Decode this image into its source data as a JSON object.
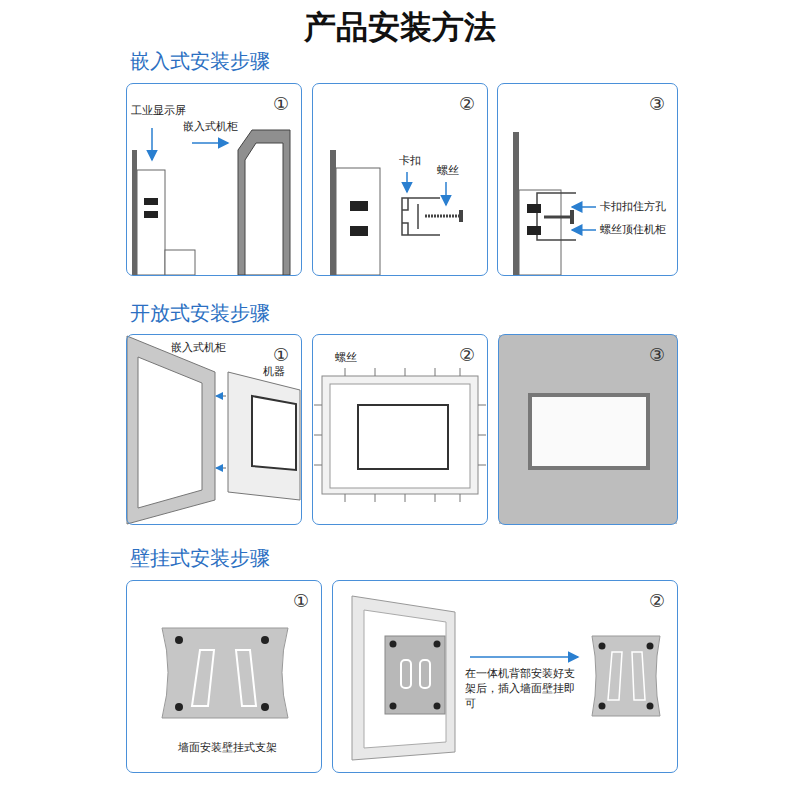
{
  "diagram": {
    "title": "产品安装方法",
    "nodes": [
      {
        "text": [
          "①",
          "工业显示屏",
          "嵌入式机柜"
        ]
      },
      {
        "text": [
          "②",
          "卡扣",
          "螺丝"
        ]
      },
      {
        "text": [
          "③",
          "卡扣扣住方孔",
          "螺丝顶住机柜"
        ]
      },
      {
        "text": [
          "①",
          "嵌入式机柜",
          "机器"
        ]
      },
      {
        "text": [
          "②",
          "螺丝"
        ]
      },
      {
        "text": [
          "③"
        ]
      },
      {
        "text": [
          "①",
          "墙面安装壁挂式支架"
        ]
      },
      {
        "text": [
          "②",
          "在一体机背部安装好支架后，插入墙面壁挂即可"
        ]
      }
    ],
    "labels": [
      "嵌入式安装步骤",
      "开放式安装步骤",
      "壁挂式安装步骤"
    ]
  }
}
